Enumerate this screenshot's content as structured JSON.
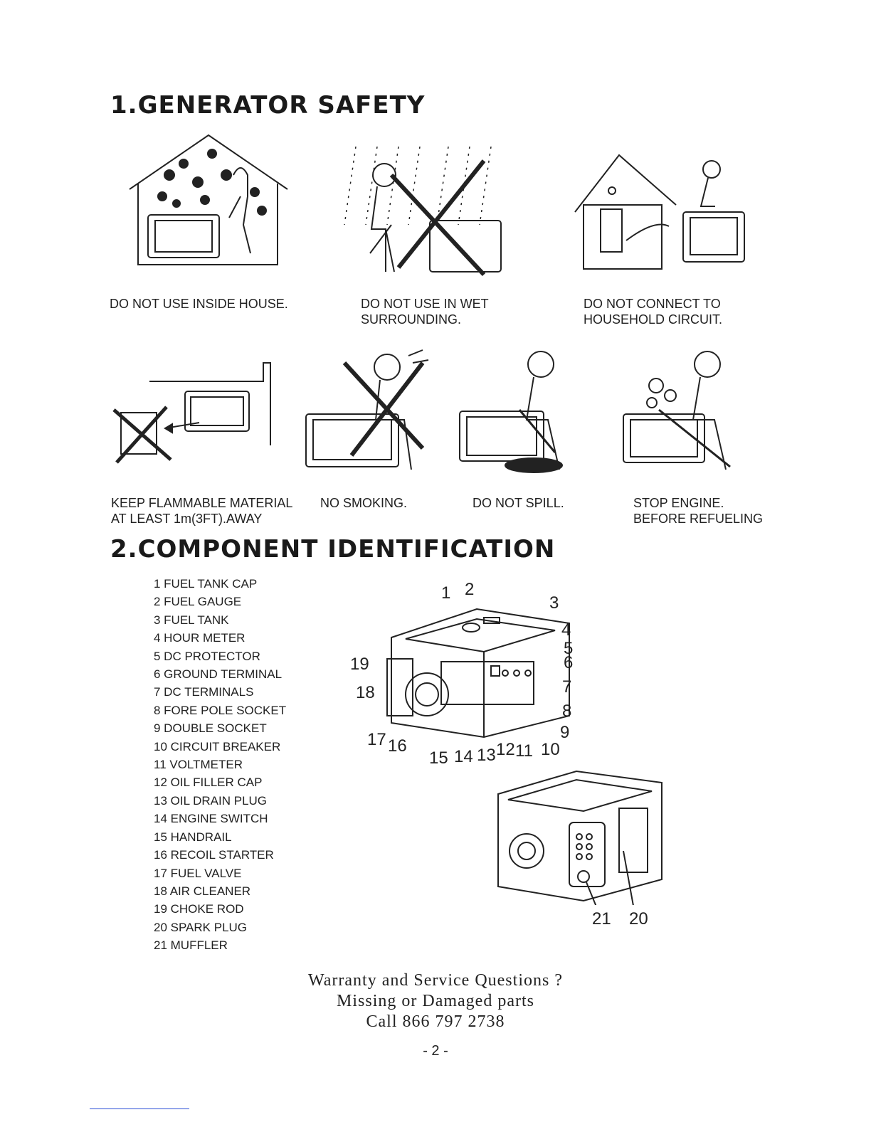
{
  "sections": {
    "safety_title": "1.GENERATOR  SAFETY",
    "components_title": "2.COMPONENT IDENTIFICATION"
  },
  "safety": {
    "row1": [
      {
        "caption": "DO NOT USE INSIDE HOUSE.",
        "icon": "house-smoke-icon"
      },
      {
        "caption": "DO NOT USE IN WET\nSURROUNDING.",
        "icon": "rain-cross-icon"
      },
      {
        "caption": "DO NOT CONNECT TO\nHOUSEHOLD CIRCUIT.",
        "icon": "household-circuit-icon"
      }
    ],
    "row2": [
      {
        "caption": "KEEP FLAMMABLE MATERIAL\nAT LEAST 1m(3FT).AWAY",
        "icon": "flammable-distance-icon"
      },
      {
        "caption": "NO SMOKING.",
        "icon": "no-smoking-icon"
      },
      {
        "caption": "DO NOT SPILL.",
        "icon": "no-spill-icon"
      },
      {
        "caption": "STOP ENGINE.\nBEFORE REFUELING",
        "icon": "stop-engine-icon"
      }
    ]
  },
  "components": [
    "1 FUEL TANK CAP",
    "2 FUEL GAUGE",
    "3 FUEL TANK",
    "4 HOUR METER",
    "5 DC PROTECTOR",
    "6 GROUND TERMINAL",
    "7 DC TERMINALS",
    "8 FORE POLE SOCKET",
    "9 DOUBLE SOCKET",
    "10 CIRCUIT BREAKER",
    "11 VOLTMETER",
    "12 OIL FILLER CAP",
    "13 OIL DRAIN PLUG",
    "14 ENGINE SWITCH",
    "15 HANDRAIL",
    "16 RECOIL STARTER",
    "17 FUEL VALVE",
    "18 AIR  CLEANER",
    "19 CHOKE ROD",
    "20 SPARK PLUG",
    "21 MUFFLER"
  ],
  "callouts_front": [
    "1",
    "2",
    "3",
    "4",
    "5",
    "6",
    "7",
    "8",
    "9",
    "19",
    "18",
    "17",
    "16",
    "15",
    "14",
    "13",
    "12",
    "11",
    "10"
  ],
  "callouts_rear": [
    "21",
    "20"
  ],
  "service": {
    "line1": "Warranty and Service Questions ?",
    "line2": "Missing or Damaged parts",
    "line3": "Call 866 797 2738"
  },
  "page_number": "- 2 -"
}
